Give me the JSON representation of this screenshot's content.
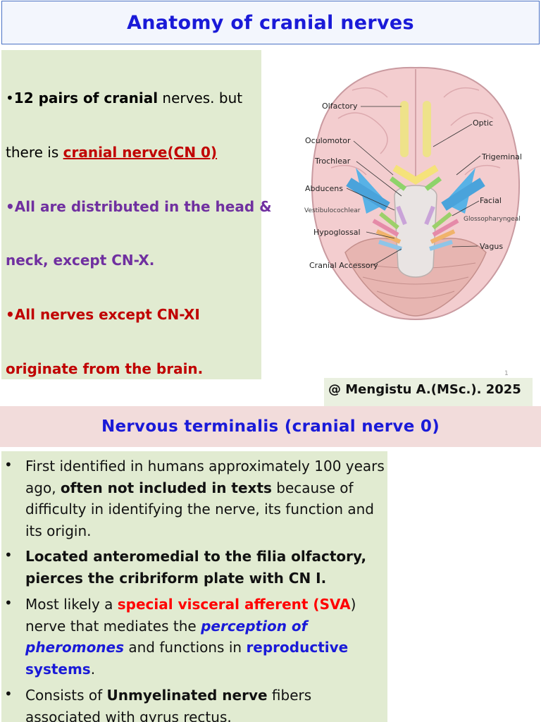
{
  "slide1": {
    "title": "Anatomy of cranial nerves",
    "bullet1": {
      "prefix": "•",
      "bold": "12 pairs of cranial",
      "rest": " nerves. but"
    },
    "line2": {
      "lead": "there is ",
      "link": "cranial nerve(CN 0)"
    },
    "bullet2": {
      "prefix": "•",
      "text": "All are distributed in the head &"
    },
    "line4": "neck, except CN-X.",
    "bullet3": {
      "prefix": "•",
      "text": "All nerves except CN-XI"
    },
    "line6": "originate from the brain.",
    "diagram_labels": {
      "olfactory": "Olfactory",
      "optic": "Optic",
      "oculomotor": "Oculomotor",
      "trochlear": "Trochlear",
      "trigeminal": "Trigeminal",
      "abducens": "Abducens",
      "facial": "Facial",
      "vestibulocochlear": "Vestibulocochlear",
      "glossopharyngeal": "Glossopharyngeal",
      "hypoglossal": "Hypoglossal",
      "vagus": "Vagus",
      "cranial_accessory": "Cranial Accessory"
    },
    "page_number": "1",
    "author": "@ Mengistu A.(MSc.). 2025"
  },
  "slide2": {
    "title": "Nervous terminalis (cranial nerve 0)",
    "bullets": [
      {
        "symbol": "•",
        "p1": " First identified in humans approximately 100 years ago, ",
        "p2": "often not included in texts",
        "p3": " because of difficulty in identifying the nerve, its function and its origin."
      },
      {
        "symbol": "•",
        "p1": " Located anteromedial to the filia olfactory, pierces the cribriform plate with CN I."
      },
      {
        "symbol": "•",
        "p1": "Most likely a ",
        "p2": "special visceral afferent (SVA",
        "p3": ") nerve that mediates the ",
        "p4": "perception of pheromones",
        "p5": " and functions in ",
        "p6": "reproductive systems",
        "p7": "."
      },
      {
        "symbol": "•",
        "p1": "Consists of ",
        "p2": "Unmyelinated nerve",
        "p3": " fibers associated with gyrus rectus."
      }
    ]
  },
  "colors": {
    "title_blue": "#1a1ad8",
    "panel_green": "#e1ebd1",
    "title2_pink": "#f2dcdb",
    "red": "#c00000",
    "purple": "#7030a0"
  }
}
